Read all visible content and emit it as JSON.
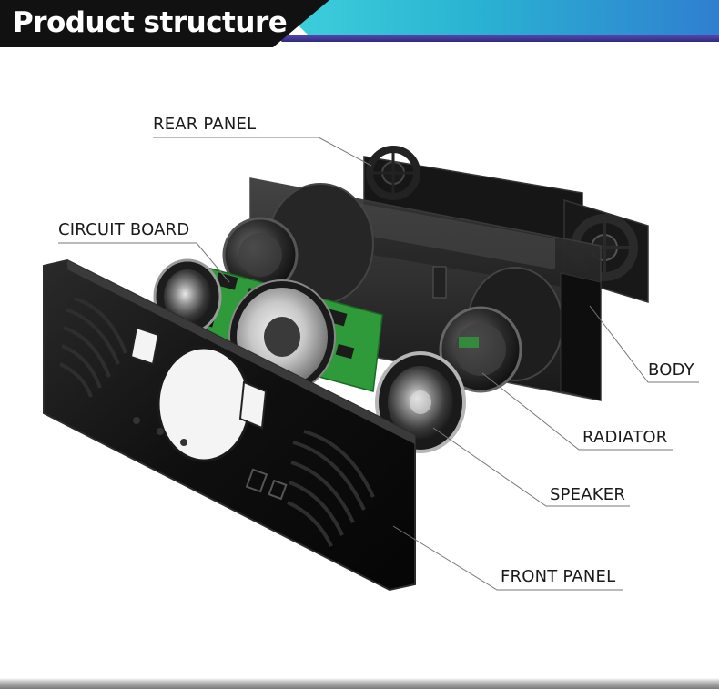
{
  "header": {
    "title": "Product structure"
  },
  "labels": {
    "rear_panel": "REAR PANEL",
    "circuit_board": "CIRCUIT BOARD",
    "body": "BODY",
    "radiator": "RADIATOR",
    "speaker": "SPEAKER",
    "front_panel": "FRONT PANEL"
  },
  "colors": {
    "header_black": "#111111",
    "header_teal": "#2ec7d6",
    "header_purple": "#4a3a9e",
    "circuit_green": "#2f9a3a",
    "plastic_black": "#141414"
  }
}
